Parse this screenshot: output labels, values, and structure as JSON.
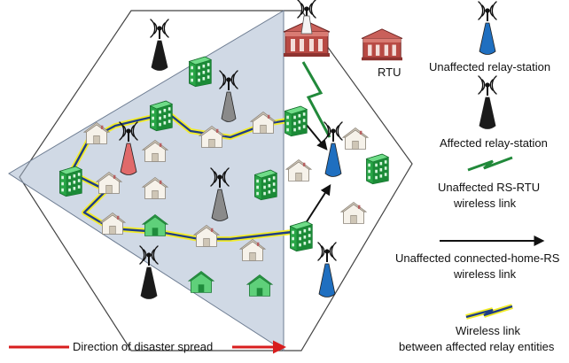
{
  "labels": {
    "rtu": "RTU",
    "disaster": "Direction of disaster spread"
  },
  "legend": {
    "unaffected_rs": "Unaffected relay-station",
    "affected_rs": "Affected relay-station",
    "rs_rtu_link": [
      "Unaffected RS-RTU",
      "wireless link"
    ],
    "home_rs_link": [
      "Unaffected connected-home-RS",
      "wireless link"
    ],
    "affected_link": [
      "Wireless link",
      "between affected relay entities"
    ]
  },
  "colors": {
    "unaffected_rs": "#1f6fc0",
    "affected_rs": "#1a1a1a",
    "rtu": "#b84a44",
    "home_connected": "#2fbf4f",
    "home_plain": "#f4efe6",
    "affected_zone": "#a9b9cf",
    "zap_link": "#1f3d87",
    "zap_glow": "#f2ec2a",
    "rs_rtu_link": "#21893a",
    "arrow": "#d81e1e",
    "failing_rs": "#e06a6a",
    "grey_rs": "#8a8a8a"
  },
  "icons": {
    "relay_station": "antenna-tower-icon",
    "rtu": "building-icon",
    "home": "house-icon",
    "link": "lightning-icon"
  }
}
